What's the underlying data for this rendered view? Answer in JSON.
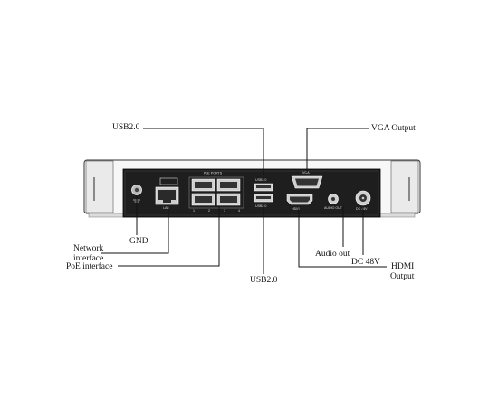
{
  "diagram": {
    "callouts": {
      "usb_top": "USB2.0",
      "vga_output": "VGA Output",
      "gnd": "GND",
      "network_interface_1": "Network",
      "network_interface_2": "interface",
      "poe_interface": "PoE interface",
      "usb_bottom": "USB2.0",
      "audio_out": "Audio out",
      "dc_48v": "DC 48V",
      "hdmi_output_1": "HDMI",
      "hdmi_output_2": "Output"
    },
    "panel_markings": {
      "poe_ports": "PoE PORTS",
      "usb_upper": "USB2.0",
      "usb_lower": "USB2.0",
      "vga": "VGA",
      "hdmi": "HDMI",
      "audio_out": "AUDIO OUT",
      "dc_in": "DC 48V",
      "lan": "LAN",
      "port_numbers": [
        "1",
        "2",
        "3",
        "4"
      ]
    }
  }
}
